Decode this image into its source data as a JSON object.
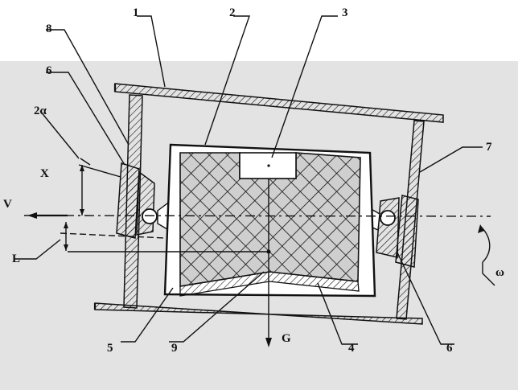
{
  "labels": {
    "n1": "1",
    "n2": "2",
    "n3": "3",
    "n8": "8",
    "n6_left": "6",
    "n7": "7",
    "two_alpha": "2α",
    "x": "X",
    "v": "V",
    "l": "L",
    "omega": "ω",
    "n5": "5",
    "n9": "9",
    "g": "G",
    "n4": "4",
    "n6_right": "6"
  },
  "colors": {
    "ink": "#111111",
    "background_top": "#ffffff",
    "background_bottom": "#e3e3e3"
  }
}
